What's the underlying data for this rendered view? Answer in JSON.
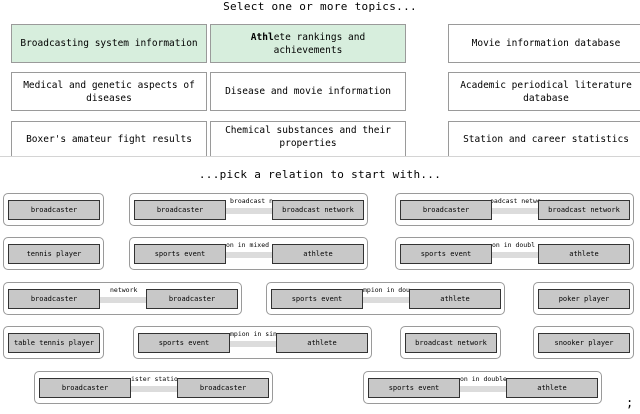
{
  "header": {
    "title": "Select one or more topics..."
  },
  "topics": [
    {
      "label": "Broadcasting system information",
      "selected": true
    },
    {
      "label": "Athlete rankings and achievements",
      "selected": true,
      "bold_prefix": "Athl"
    },
    {
      "label": "Movie information database",
      "selected": false
    },
    {
      "label": "Medical and genetic aspects of diseases",
      "selected": false
    },
    {
      "label": "Disease and movie information",
      "selected": false
    },
    {
      "label": "Academic periodical literature database",
      "selected": false
    },
    {
      "label": "Boxer's amateur fight results",
      "selected": false
    },
    {
      "label": "Chemical substances and their properties",
      "selected": false
    },
    {
      "label": "Station and career statistics",
      "selected": false
    }
  ],
  "relations_header": {
    "title": "...pick a relation to start with..."
  },
  "relations": [
    {
      "nodes": [
        "broadcaster"
      ]
    },
    {
      "nodes": [
        "broadcaster",
        "broadcast network"
      ],
      "edge": "broadcast n"
    },
    {
      "nodes": [
        "broadcaster",
        "broadcast network"
      ],
      "edge": "oadcast netwo"
    },
    {
      "nodes": [
        "tennis player"
      ]
    },
    {
      "nodes": [
        "sports event",
        "athlete"
      ],
      "edge": "on in mixed"
    },
    {
      "nodes": [
        "sports event",
        "athlete"
      ],
      "edge": "on in doubl"
    },
    {
      "nodes": [
        "broadcaster",
        "broadcaster"
      ],
      "edge": "network"
    },
    {
      "nodes": [
        "sports event",
        "athlete"
      ],
      "edge": "mpion in dou"
    },
    {
      "nodes": [
        "poker player"
      ]
    },
    {
      "nodes": [
        "table tennis player"
      ]
    },
    {
      "nodes": [
        "sports event",
        "athlete"
      ],
      "edge": "mpion in sin"
    },
    {
      "nodes": [
        "broadcast network"
      ]
    },
    {
      "nodes": [
        "snooker player"
      ]
    },
    {
      "nodes": [
        "broadcaster",
        "broadcaster"
      ],
      "edge": "ister statio"
    },
    {
      "nodes": [
        "sports event",
        "athlete"
      ],
      "edge": "on in double"
    }
  ],
  "footer": {
    "mark": ";"
  }
}
